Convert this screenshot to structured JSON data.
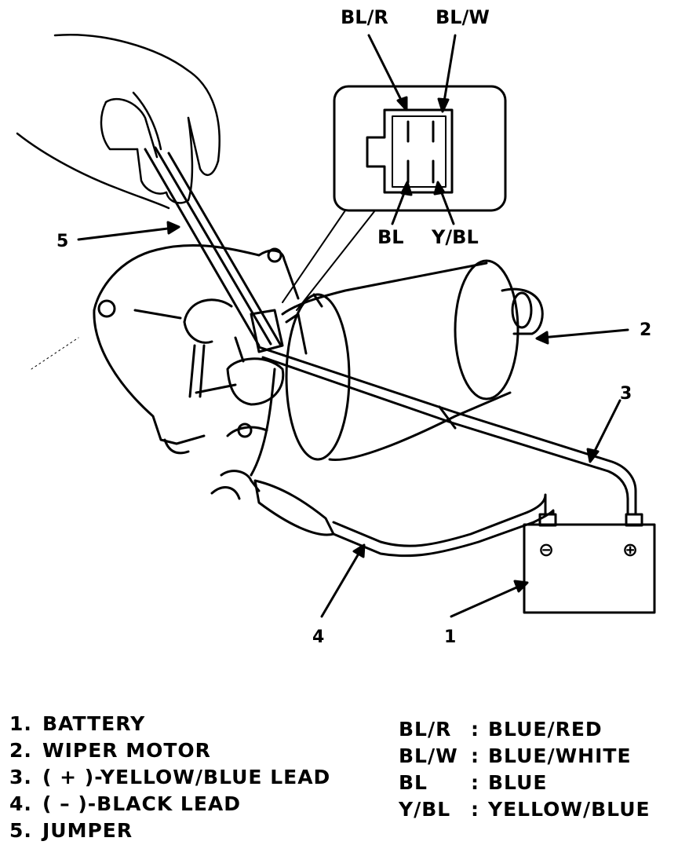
{
  "connector": {
    "top_labels": [
      "BL/R",
      "BL/W"
    ],
    "bottom_labels": [
      "BL",
      "Y/BL"
    ]
  },
  "callouts": [
    "1",
    "2",
    "3",
    "4",
    "5"
  ],
  "legend": {
    "items": [
      {
        "number": "1.",
        "label": "BATTERY"
      },
      {
        "number": "2.",
        "label": "WIPER MOTOR"
      },
      {
        "number": "3.",
        "label": "( + )-YELLOW/BLUE LEAD"
      },
      {
        "number": "4.",
        "label": "( – )-BLACK LEAD"
      },
      {
        "number": "5.",
        "label": "JUMPER"
      }
    ],
    "wire_codes": [
      {
        "code": "BL/R",
        "sep": ":",
        "meaning": "BLUE/RED"
      },
      {
        "code": "BL/W",
        "sep": ":",
        "meaning": "BLUE/WHITE"
      },
      {
        "code": "BL",
        "sep": ":",
        "meaning": "BLUE"
      },
      {
        "code": "Y/BL",
        "sep": ":",
        "meaning": "YELLOW/BLUE"
      }
    ]
  },
  "battery": {
    "neg_symbol": "⊖",
    "pos_symbol": "⊕"
  }
}
